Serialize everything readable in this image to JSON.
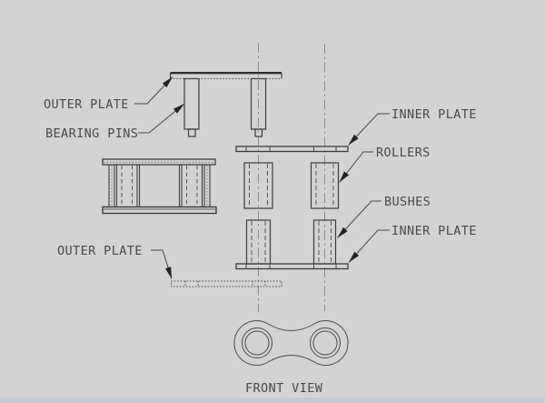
{
  "drawing": {
    "caption": "FRONT VIEW",
    "labels": {
      "outer_plate_top": "OUTER PLATE",
      "bearing_pins": "BEARING PINS",
      "inner_plate_top": "INNER PLATE",
      "rollers": "ROLLERS",
      "bushes": "BUSHES",
      "inner_plate_bottom": "INNER PLATE",
      "outer_plate_bottom": "OUTER PLATE"
    },
    "colors": {
      "background": "#d3d3d3",
      "line": "#3d3d3d",
      "hidden_line": "#555555",
      "centerline": "#8f8f8f",
      "text": "#4a4a4a",
      "arrow": "#222222",
      "bottom_strip": "#c6cad3"
    }
  }
}
